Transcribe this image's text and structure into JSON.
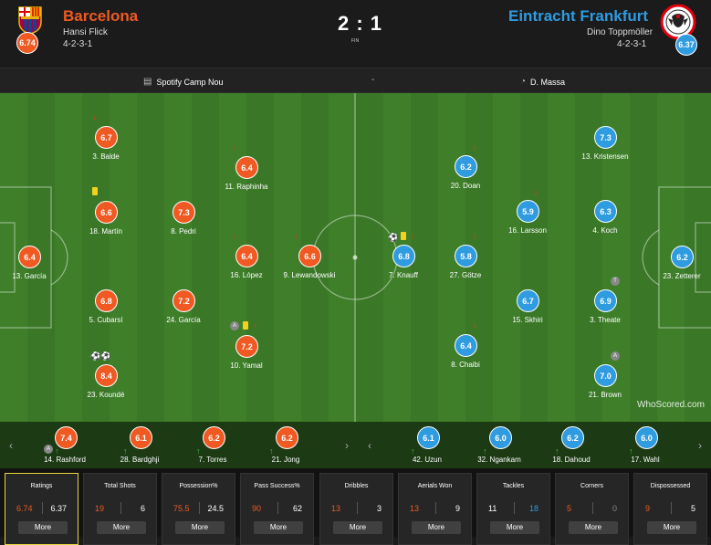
{
  "home": {
    "name": "Barcelona",
    "manager": "Hansi Flick",
    "formation": "4-2-3-1",
    "rating": "6.74",
    "color": "#f05a22"
  },
  "away": {
    "name": "Eintracht Frankfurt",
    "manager": "Dino Toppmöller",
    "formation": "4-2-3-1",
    "rating": "6.37",
    "color": "#2f9be0"
  },
  "score": "2 : 1",
  "status": "FIN",
  "venue": {
    "icon": "stadium-icon",
    "label": "Spotify Camp Nou"
  },
  "separator": "-",
  "referee": {
    "icon": "whistle-icon",
    "label": "D. Massa"
  },
  "home_players": [
    {
      "rating": "6.7",
      "name": "3. Balde"
    },
    {
      "rating": "6.4",
      "name": "11. Raphinha"
    },
    {
      "rating": "6.6",
      "name": "18. Martín"
    },
    {
      "rating": "7.3",
      "name": "8. Pedri"
    },
    {
      "rating": "6.4",
      "name": "13. García"
    },
    {
      "rating": "6.4",
      "name": "16. López"
    },
    {
      "rating": "6.6",
      "name": "9. Lewandowski"
    },
    {
      "rating": "6.8",
      "name": "5. Cubarsí"
    },
    {
      "rating": "7.2",
      "name": "24. García"
    },
    {
      "rating": "7.2",
      "name": "10. Yamal"
    },
    {
      "rating": "8.4",
      "name": "23. Koundé"
    }
  ],
  "away_players": [
    {
      "rating": "6.8",
      "name": "7. Knauff"
    },
    {
      "rating": "6.2",
      "name": "20. Doan"
    },
    {
      "rating": "5.8",
      "name": "27. Götze"
    },
    {
      "rating": "6.4",
      "name": "8. Chaibi"
    },
    {
      "rating": "5.9",
      "name": "16. Larsson"
    },
    {
      "rating": "6.7",
      "name": "15. Skhiri"
    },
    {
      "rating": "7.3",
      "name": "13. Kristensen"
    },
    {
      "rating": "6.3",
      "name": "4. Koch"
    },
    {
      "rating": "6.9",
      "name": "3. Theate"
    },
    {
      "rating": "7.0",
      "name": "21. Brown"
    },
    {
      "rating": "6.2",
      "name": "23. Zetterer"
    }
  ],
  "event_labels": {
    "captain": "A",
    "tactical": "T"
  },
  "watermark": "WhoScored.com",
  "subs": [
    {
      "rating": "7.4",
      "name": "14. Rashford",
      "side": "home",
      "captain": true
    },
    {
      "rating": "6.1",
      "name": "28. Bardghji",
      "side": "home"
    },
    {
      "rating": "6.2",
      "name": "7. Torres",
      "side": "home"
    },
    {
      "rating": "6.2",
      "name": "21. Jong",
      "side": "home"
    },
    {
      "rating": "6.1",
      "name": "42. Uzun",
      "side": "away"
    },
    {
      "rating": "6.0",
      "name": "32. Ngankam",
      "side": "away"
    },
    {
      "rating": "6.2",
      "name": "18. Dahoud",
      "side": "away"
    },
    {
      "rating": "6.0",
      "name": "17. Wahl",
      "side": "away"
    }
  ],
  "stats": [
    {
      "title": "Ratings",
      "home": "6.74",
      "away": "6.37",
      "more": "More"
    },
    {
      "title": "Total Shots",
      "home": "19",
      "away": "6",
      "more": "More"
    },
    {
      "title": "Possession%",
      "home": "75.5",
      "away": "24.5",
      "more": "More"
    },
    {
      "title": "Pass Success%",
      "home": "90",
      "away": "62",
      "more": "More"
    },
    {
      "title": "Dribbles",
      "home": "13",
      "away": "3",
      "more": "More"
    },
    {
      "title": "Aerials Won",
      "home": "13",
      "away": "9",
      "more": "More"
    },
    {
      "title": "Tackles",
      "home": "11",
      "away": "18",
      "more": "More"
    },
    {
      "title": "Corners",
      "home": "5",
      "away": "0",
      "more": "More"
    },
    {
      "title": "Dispossessed",
      "home": "9",
      "away": "5",
      "more": "More"
    }
  ]
}
